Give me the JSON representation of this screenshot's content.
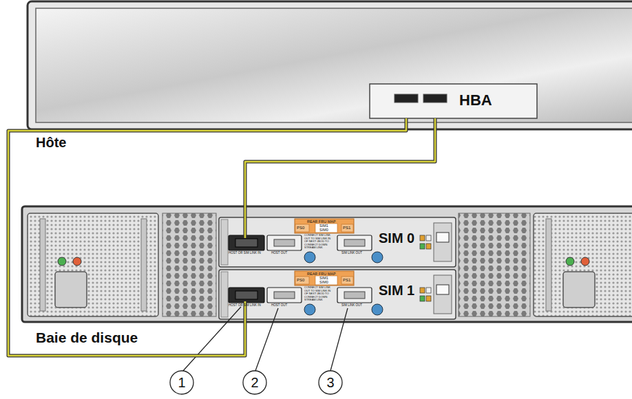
{
  "diagram": {
    "nodes": [
      {
        "text": [
          "Hôte"
        ]
      },
      {
        "text": [
          "HBA"
        ],
        "in": 0
      },
      {
        "text": [
          "Baie de disque"
        ]
      },
      {
        "text": [
          "SIM 0"
        ],
        "in": 2
      },
      {
        "text": [
          "SIM 1"
        ],
        "in": 2
      }
    ],
    "edges": [
      {
        "from": 1,
        "to": 3,
        "arrow": "none"
      },
      {
        "from": 1,
        "to": 4,
        "arrow": "none"
      }
    ],
    "labels": [
      "REAR FRU MAP",
      "PS0",
      "SIM1",
      "SIM0",
      "PS1",
      "HOST OR SIM LINK IN",
      "HOST OUT",
      "SIM LINK OUT",
      "CONNECT SIM LINK OUT TO SIM LINK IN OF NEXT JBOD TO CONNECT DOWN STREAM LINK",
      "REAR FRU MAP",
      "PS0",
      "SIM1",
      "SIM0",
      "PS1",
      "HOST OR SIM LINK IN",
      "HOST OUT",
      "SIM LINK OUT",
      "CONNECT SIM LINK OUT TO SIM LINK IN OF NEXT JBOD TO CONNECT DOWN STREAM LINK",
      "1",
      "2",
      "3"
    ]
  }
}
